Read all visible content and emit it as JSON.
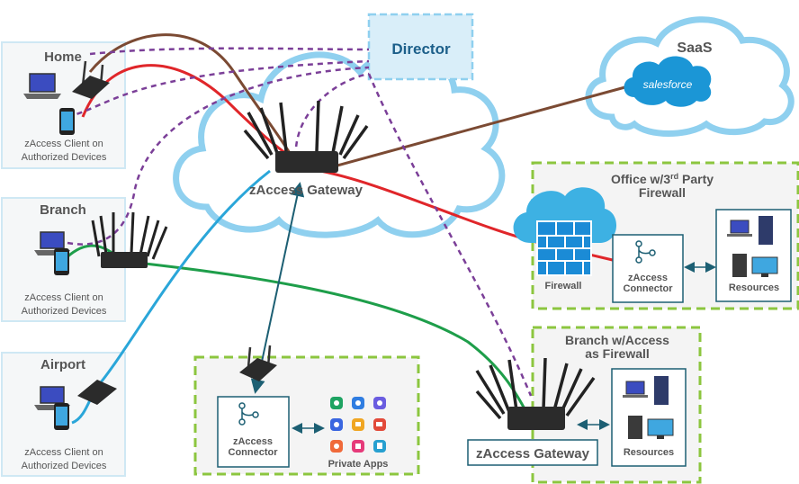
{
  "sites": {
    "home": {
      "title": "Home",
      "client_line1": "zAccess Client on",
      "client_line2": "Authorized Devices"
    },
    "branch": {
      "title": "Branch",
      "client_line1": "zAccess Client on",
      "client_line2": "Authorized Devices"
    },
    "airport": {
      "title": "Airport",
      "client_line1": "zAccess Client on",
      "client_line2": "Authorized Devices"
    }
  },
  "cloud": {
    "gateway_label": "zAccess Gateway"
  },
  "director": {
    "label": "Director"
  },
  "saas": {
    "label": "SaaS",
    "logo_text": "salesforce"
  },
  "office": {
    "title_line1": "Office w/3",
    "title_sup": "rd",
    "title_line1_end": " Party",
    "title_line2": "Firewall",
    "firewall_label": "Firewall",
    "connector_line1": "zAccess",
    "connector_line2": "Connector",
    "resources_label": "Resources"
  },
  "branch_fw": {
    "title_line1": "Branch w/Access",
    "title_line2": "as Firewall",
    "gateway_label": "zAccess Gateway",
    "resources_label": "Resources"
  },
  "private": {
    "connector_line1": "zAccess",
    "connector_line2": "Connector",
    "apps_label": "Private Apps"
  },
  "colors": {
    "brown": "#7b4a33",
    "red": "#e0262a",
    "purple": "#7b3f98",
    "green": "#1e9e4a",
    "blue": "#2aa6d9",
    "teal": "#1c5f73",
    "dashed_box": "#8cc63f",
    "cloud_stroke": "#8fd0ef"
  }
}
